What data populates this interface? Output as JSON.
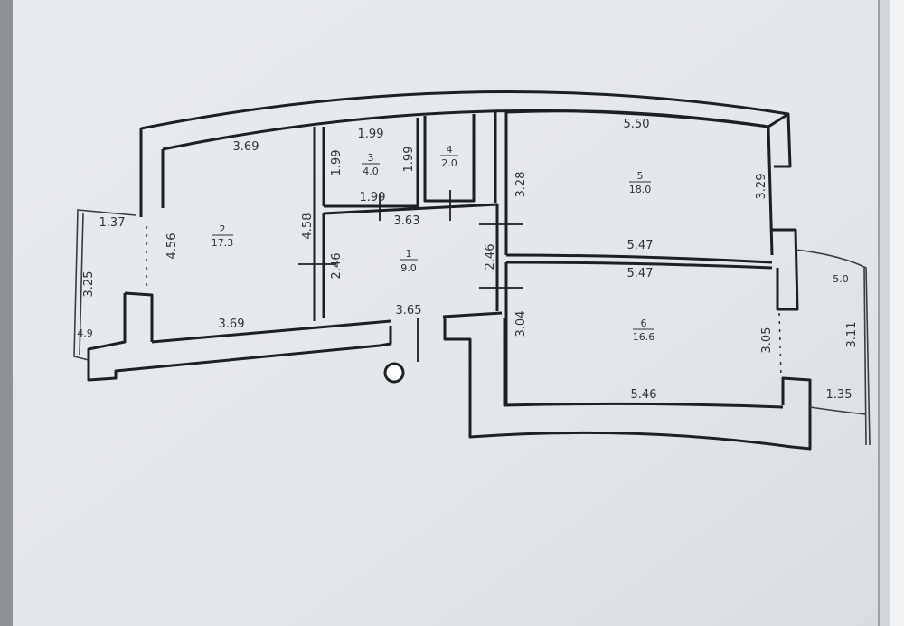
{
  "plan": {
    "rooms": [
      {
        "number": "1",
        "area": "9.0"
      },
      {
        "number": "2",
        "area": "17.3"
      },
      {
        "number": "3",
        "area": "4.0"
      },
      {
        "number": "4",
        "area": "2.0"
      },
      {
        "number": "5",
        "area": "18.0"
      },
      {
        "number": "6",
        "area": "16.6"
      }
    ],
    "dims": {
      "room2_top": "3.69",
      "room2_bottom": "3.69",
      "room2_left": "4.56",
      "room2_right": "4.58",
      "room3_top": "1.99",
      "room3_bottom": "1.99",
      "room3_left": "1.99",
      "room3_right": "1.99",
      "room1_top": "3.63",
      "room1_bottom": "3.65",
      "room1_left": "2.46",
      "room1_right": "2.46",
      "room5_top": "5.50",
      "room5_bottom": "5.47",
      "room5_left": "3.28",
      "room5_right": "3.29",
      "room6_top": "5.47",
      "room6_bottom": "5.46",
      "room6_left": "3.04",
      "room6_right": "3.05",
      "balcony_left_width": "1.37",
      "balcony_left_height": "3.25",
      "balcony_left_area": "4.9",
      "balcony_right_area": "5.0",
      "balcony_right_height": "3.11",
      "balcony_right_width": "1.35"
    }
  }
}
